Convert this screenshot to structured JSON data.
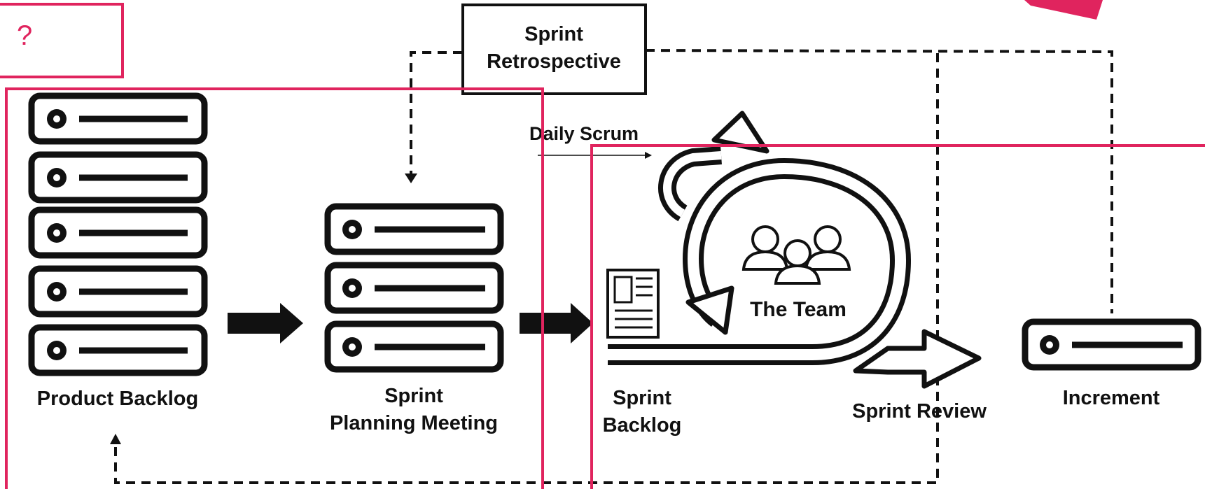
{
  "diagram": {
    "question_mark": "?",
    "labels": {
      "sprint_retrospective": [
        "Sprint",
        "Retrospective"
      ],
      "daily_scrum": "Daily Scrum",
      "the_team": "The Team",
      "product_backlog": "Product Backlog",
      "sprint_planning_meeting": [
        "Sprint",
        "Planning Meeting"
      ],
      "sprint_backlog": [
        "Sprint",
        "Backlog"
      ],
      "sprint_review": "Sprint Review",
      "increment": "Increment"
    },
    "counts": {
      "product_backlog_items": 5,
      "sprint_planning_items": 3,
      "increment_items": 1
    },
    "colors": {
      "highlight": "#e0245e",
      "ink": "#111111",
      "background": "#ffffff"
    }
  }
}
